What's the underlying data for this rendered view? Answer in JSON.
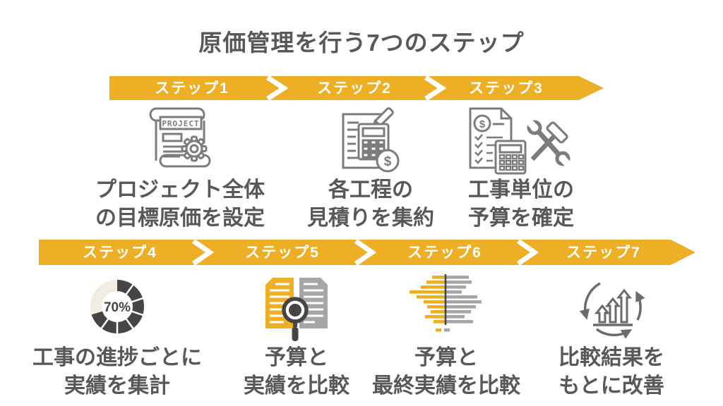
{
  "title": "原価管理を行う7つのステップ",
  "colors": {
    "accent_yellow": "#EDAF26",
    "text_dark_gray": "#595757",
    "icon_outline_gray": "#7C7C7C",
    "chart_gray": "#A6A6A6",
    "donut_dark": "#474544",
    "donut_light": "#F1EDE3"
  },
  "steps": [
    {
      "label": "ステップ1",
      "caption1": "プロジェクト全体",
      "caption2": "の目標原価を設定",
      "icon": "project-document-gear-icon"
    },
    {
      "label": "ステップ2",
      "caption1": "各工程の",
      "caption2": "見積りを集約",
      "icon": "estimate-calculator-pen-icon"
    },
    {
      "label": "ステップ3",
      "caption1": "工事単位の",
      "caption2": "予算を確定",
      "icon": "budget-checklist-tools-icon"
    },
    {
      "label": "ステップ4",
      "caption1": "工事の進捗ごとに",
      "caption2": "実績を集計",
      "icon": "progress-donut-chart-icon"
    },
    {
      "label": "ステップ5",
      "caption1": "予算と",
      "caption2": "実績を比較",
      "icon": "compare-documents-magnifier-icon"
    },
    {
      "label": "ステップ6",
      "caption1": "予算と",
      "caption2": "最終実績を比較",
      "icon": "butterfly-bar-chart-icon"
    },
    {
      "label": "ステップ7",
      "caption1": "比較結果を",
      "caption2": "もとに改善",
      "icon": "improvement-cycle-arrows-icon"
    }
  ],
  "icon_texts": {
    "project_label": "PROJECT",
    "progress_value": "70%",
    "dollar_sign": "$"
  }
}
